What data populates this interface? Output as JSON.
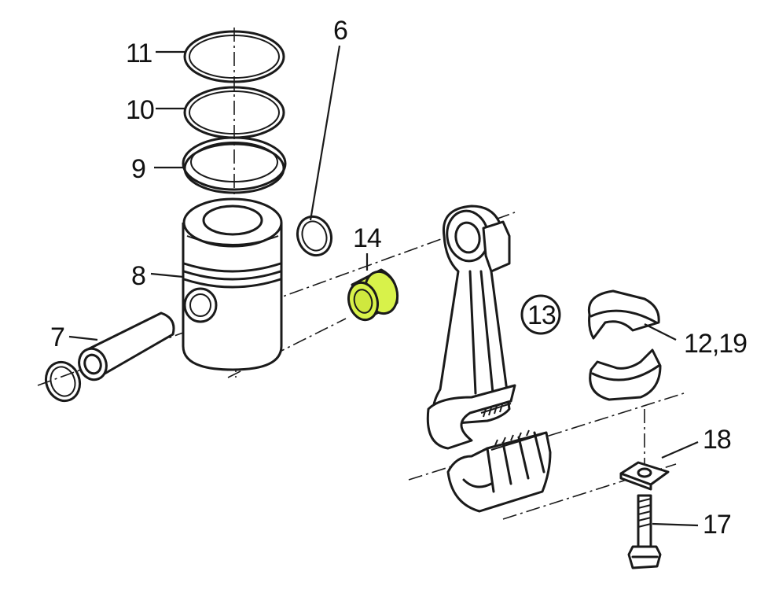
{
  "labels": {
    "ring_top": "11",
    "ring_middle": "10",
    "ring_bottom": "9",
    "piston": "8",
    "piston_pin": "7",
    "circlip": "6",
    "bushing": "14",
    "assembly": "13",
    "bearing_shells": "12,19",
    "washer": "18",
    "bolt": "17"
  },
  "colors": {
    "highlight": "#d8f24a",
    "ink": "#1a1a1a",
    "paper": "#ffffff"
  }
}
